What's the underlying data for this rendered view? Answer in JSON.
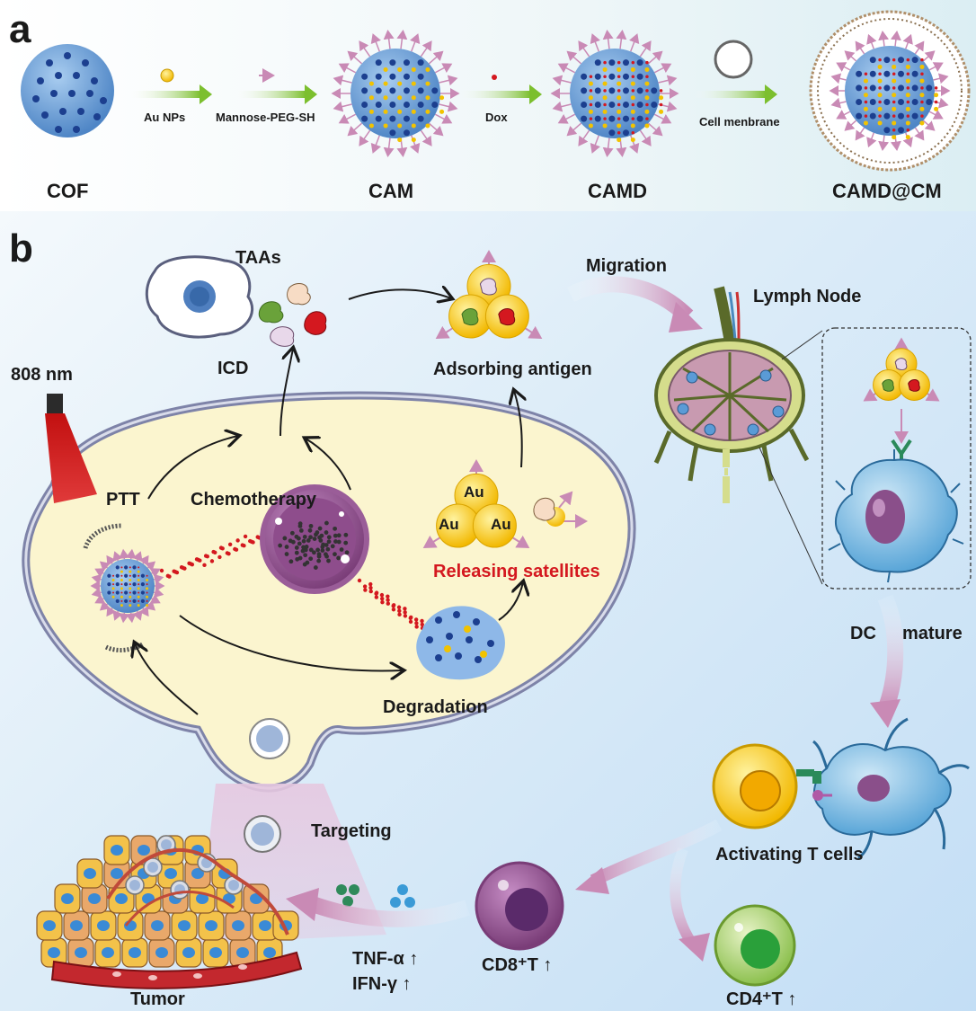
{
  "panel_a": {
    "letter": "a",
    "steps": {
      "cof": "COF",
      "cam": "CAM",
      "camd": "CAMD",
      "camd_cm": "CAMD@CM"
    },
    "arrows": {
      "au_nps": "Au NPs",
      "mannose": "Mannose-PEG-SH",
      "dox": "Dox",
      "cell_membrane": "Cell menbrane"
    }
  },
  "panel_b": {
    "letter": "b",
    "labels": {
      "taas": "TAAs",
      "icd": "ICD",
      "laser": "808 nm",
      "ptt": "PTT",
      "chemotherapy": "Chemotherapy",
      "migration": "Migration",
      "lymph_node": "Lymph Node",
      "adsorbing": "Adsorbing antigen",
      "au": "Au",
      "releasing": "Releasing satellites",
      "degradation": "Degradation",
      "dc": "DC",
      "mature": "mature",
      "activating": "Activating T cells",
      "targeting": "Targeting",
      "tnf": "TNF-α ↑",
      "ifn": "IFN-γ  ↑",
      "cd8": "CD8⁺T ↑",
      "cd4": "CD4⁺T ↑",
      "tumor": "Tumor"
    }
  },
  "colors": {
    "cof_blue": "#4f86c6",
    "gold": "#f2c300",
    "pink_arrow": "#c98ab5",
    "green_arrow": "#7cbf2e",
    "cell_fill": "#fbf5cf",
    "highlight_red": "#d4181f"
  }
}
